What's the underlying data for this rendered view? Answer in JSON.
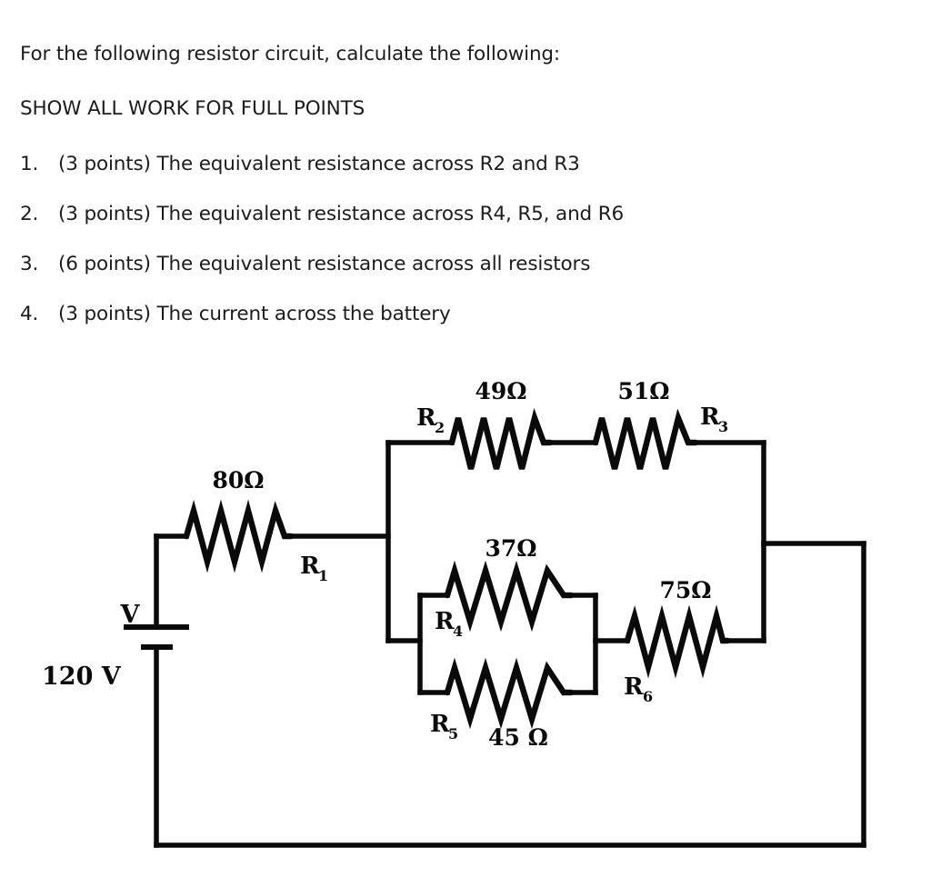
{
  "document": {
    "intro": "For the following resistor circuit, calculate the following:",
    "show_work": "SHOW ALL WORK FOR FULL POINTS",
    "questions": [
      {
        "number": "1.",
        "text": "(3 points) The equivalent resistance across R2 and R3"
      },
      {
        "number": "2.",
        "text": "(3 points) The equivalent resistance across R4, R5, and R6"
      },
      {
        "number": "3.",
        "text": "(6 points) The equivalent resistance across all resistors"
      },
      {
        "number": "4.",
        "text": "(3 points) The current across the battery"
      }
    ]
  },
  "circuit": {
    "source": {
      "symbol_label": "V",
      "value_label": "120 V",
      "voltage": 120,
      "unit": "V"
    },
    "resistors": [
      {
        "id": "R1",
        "name": "R",
        "subscript": "1",
        "value_label": "80Ω",
        "ohms": 80
      },
      {
        "id": "R2",
        "name": "R",
        "subscript": "2",
        "value_label": "49Ω",
        "ohms": 49
      },
      {
        "id": "R3",
        "name": "R",
        "subscript": "3",
        "value_label": "51Ω",
        "ohms": 51
      },
      {
        "id": "R4",
        "name": "R",
        "subscript": "4",
        "value_label": "37Ω",
        "ohms": 37
      },
      {
        "id": "R5",
        "name": "R",
        "subscript": "5",
        "value_label": "45 Ω",
        "ohms": 45
      },
      {
        "id": "R6",
        "name": "R",
        "subscript": "6",
        "value_label": "75Ω",
        "ohms": 75
      }
    ],
    "colors": {
      "wire": "#0a0a0a",
      "background": "#ffffff",
      "text": "#1c1c1c"
    }
  }
}
